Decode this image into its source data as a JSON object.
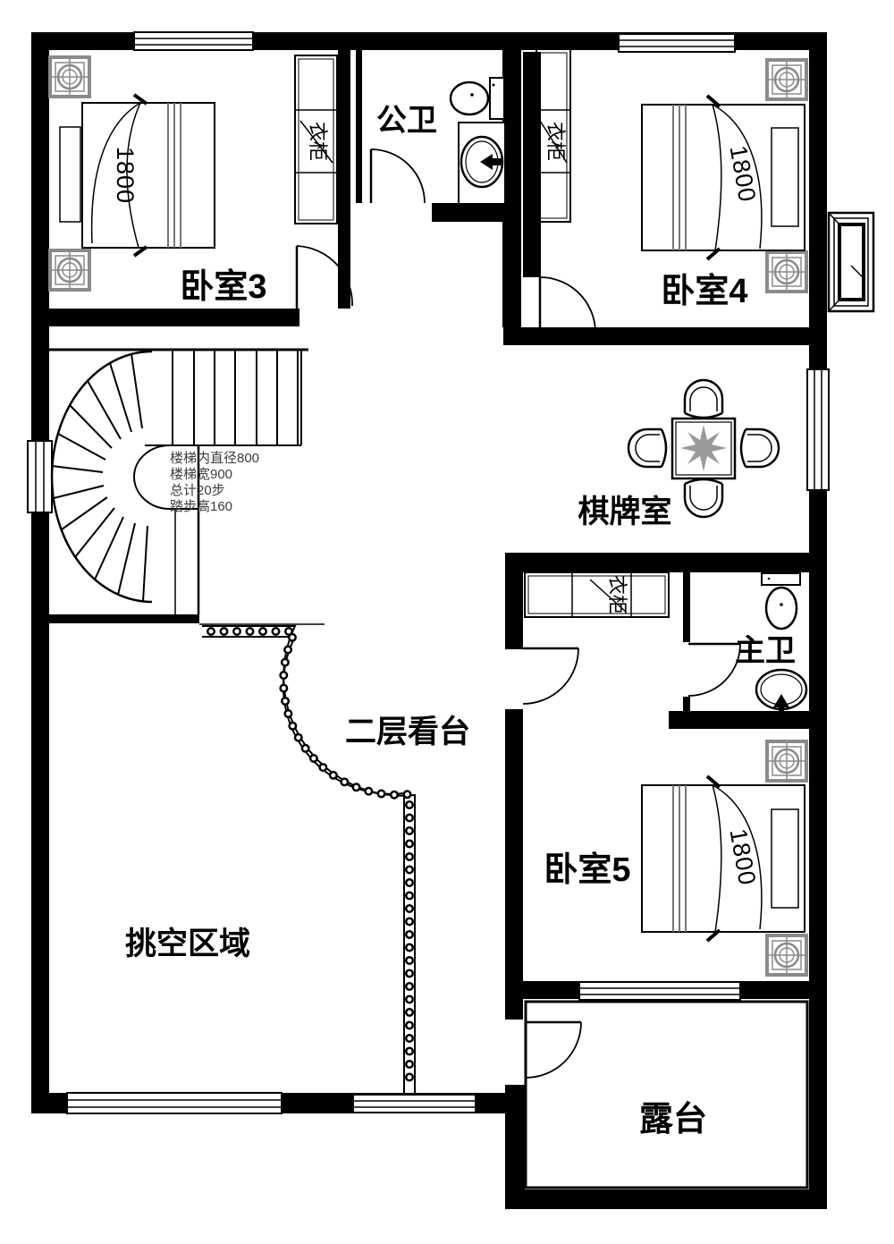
{
  "plan": {
    "rooms": {
      "bedroom3": "卧室3",
      "public_bath": "公卫",
      "bedroom4": "卧室4",
      "chess_room": "棋牌室",
      "master_bath": "主卫",
      "bedroom5": "卧室5",
      "viewing_platform": "二层看台",
      "void_area": "挑空区域",
      "terrace": "露台"
    },
    "wardrobe_label": "衣柜",
    "beds": {
      "bed3": "1800",
      "bed4": "1800",
      "bed5": "1800"
    },
    "stair_notes": {
      "line1": "楼梯内直径800",
      "line2": "楼梯宽900",
      "line3": "总计20步",
      "line4": "踏步高160"
    },
    "colors": {
      "wall": "#000000",
      "symbol_gray": "#8a8a8a",
      "flower_gray": "#9a9a9a",
      "background": "#ffffff"
    }
  }
}
